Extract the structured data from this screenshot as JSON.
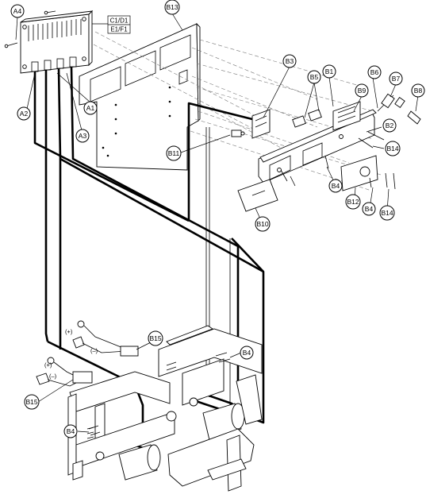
{
  "connector_labels": {
    "line1": "C1/D1",
    "line2": "E1/F1"
  },
  "polarity": {
    "plus": "(+)",
    "minus": "(–)"
  },
  "part_labels": {
    "A4": "A4",
    "A1": "A1",
    "A2": "A2",
    "A3": "A3",
    "B13": "B13",
    "B3": "B3",
    "B5": "B5",
    "B1": "B1",
    "B6": "B6",
    "B7": "B7",
    "B8": "B8",
    "B9": "B9",
    "B2": "B2",
    "B14a": "B14",
    "B14b": "B14",
    "B11": "B11",
    "B4a": "B4",
    "B4b": "B4",
    "B4c": "B4",
    "B4d": "B4",
    "B12": "B12",
    "B10": "B10",
    "B15a": "B15",
    "B15b": "B15"
  }
}
